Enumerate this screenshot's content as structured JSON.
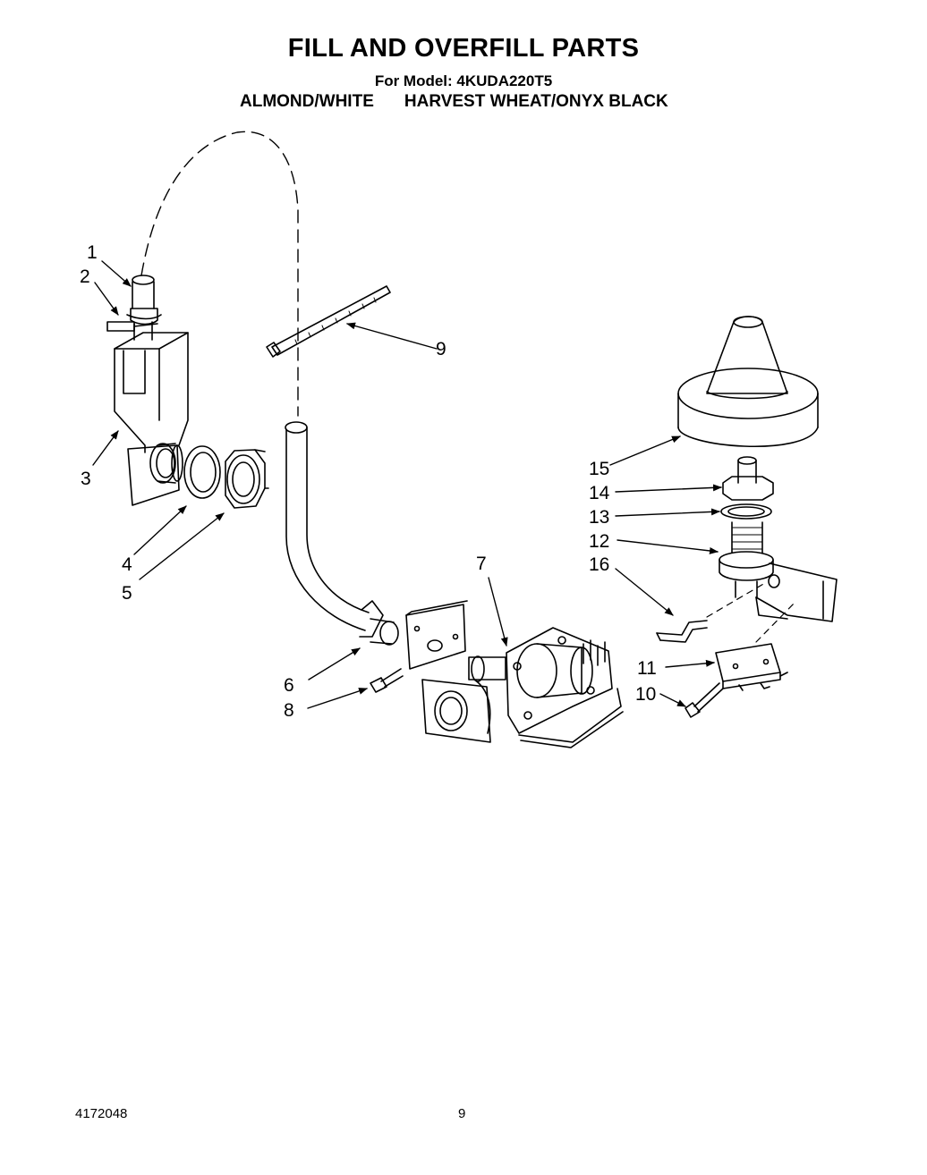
{
  "header": {
    "title": "FILL AND OVERFILL PARTS",
    "model_line": "For Model: 4KUDA220T5",
    "color_left": "ALMOND/WHITE",
    "color_right": "HARVEST WHEAT/ONYX BLACK"
  },
  "callouts": {
    "c1": "1",
    "c2": "2",
    "c3": "3",
    "c4": "4",
    "c5": "5",
    "c6": "6",
    "c7": "7",
    "c8": "8",
    "c9": "9",
    "c10": "10",
    "c11": "11",
    "c12": "12",
    "c13": "13",
    "c14": "14",
    "c15": "15",
    "c16": "16"
  },
  "footer": {
    "doc_number": "4172048",
    "page_number": "9"
  }
}
